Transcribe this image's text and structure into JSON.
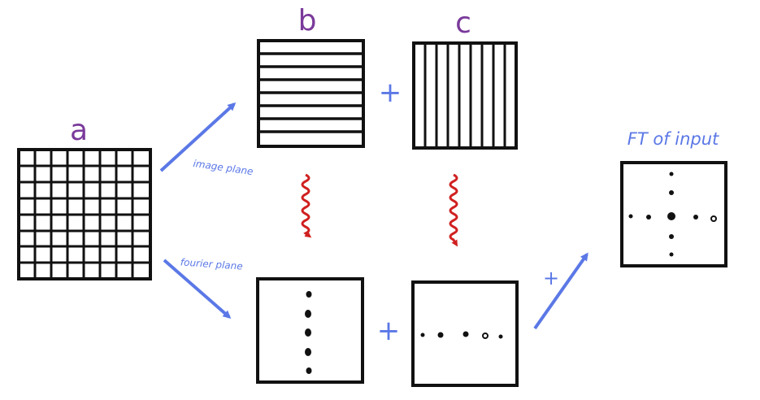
{
  "labels": {
    "a": "a",
    "b": "b",
    "c": "c",
    "ft_of_input": "FT of input",
    "image_plane": "image plane",
    "fourier_plane": "fourier plane",
    "plus_top": "+",
    "plus_bottom": "+",
    "plus_arrow": "+"
  },
  "colors": {
    "label_purple": "#7a3a9a",
    "arrow_blue": "#5b78e6",
    "squiggle_red": "#d02020",
    "ink": "#111111"
  }
}
